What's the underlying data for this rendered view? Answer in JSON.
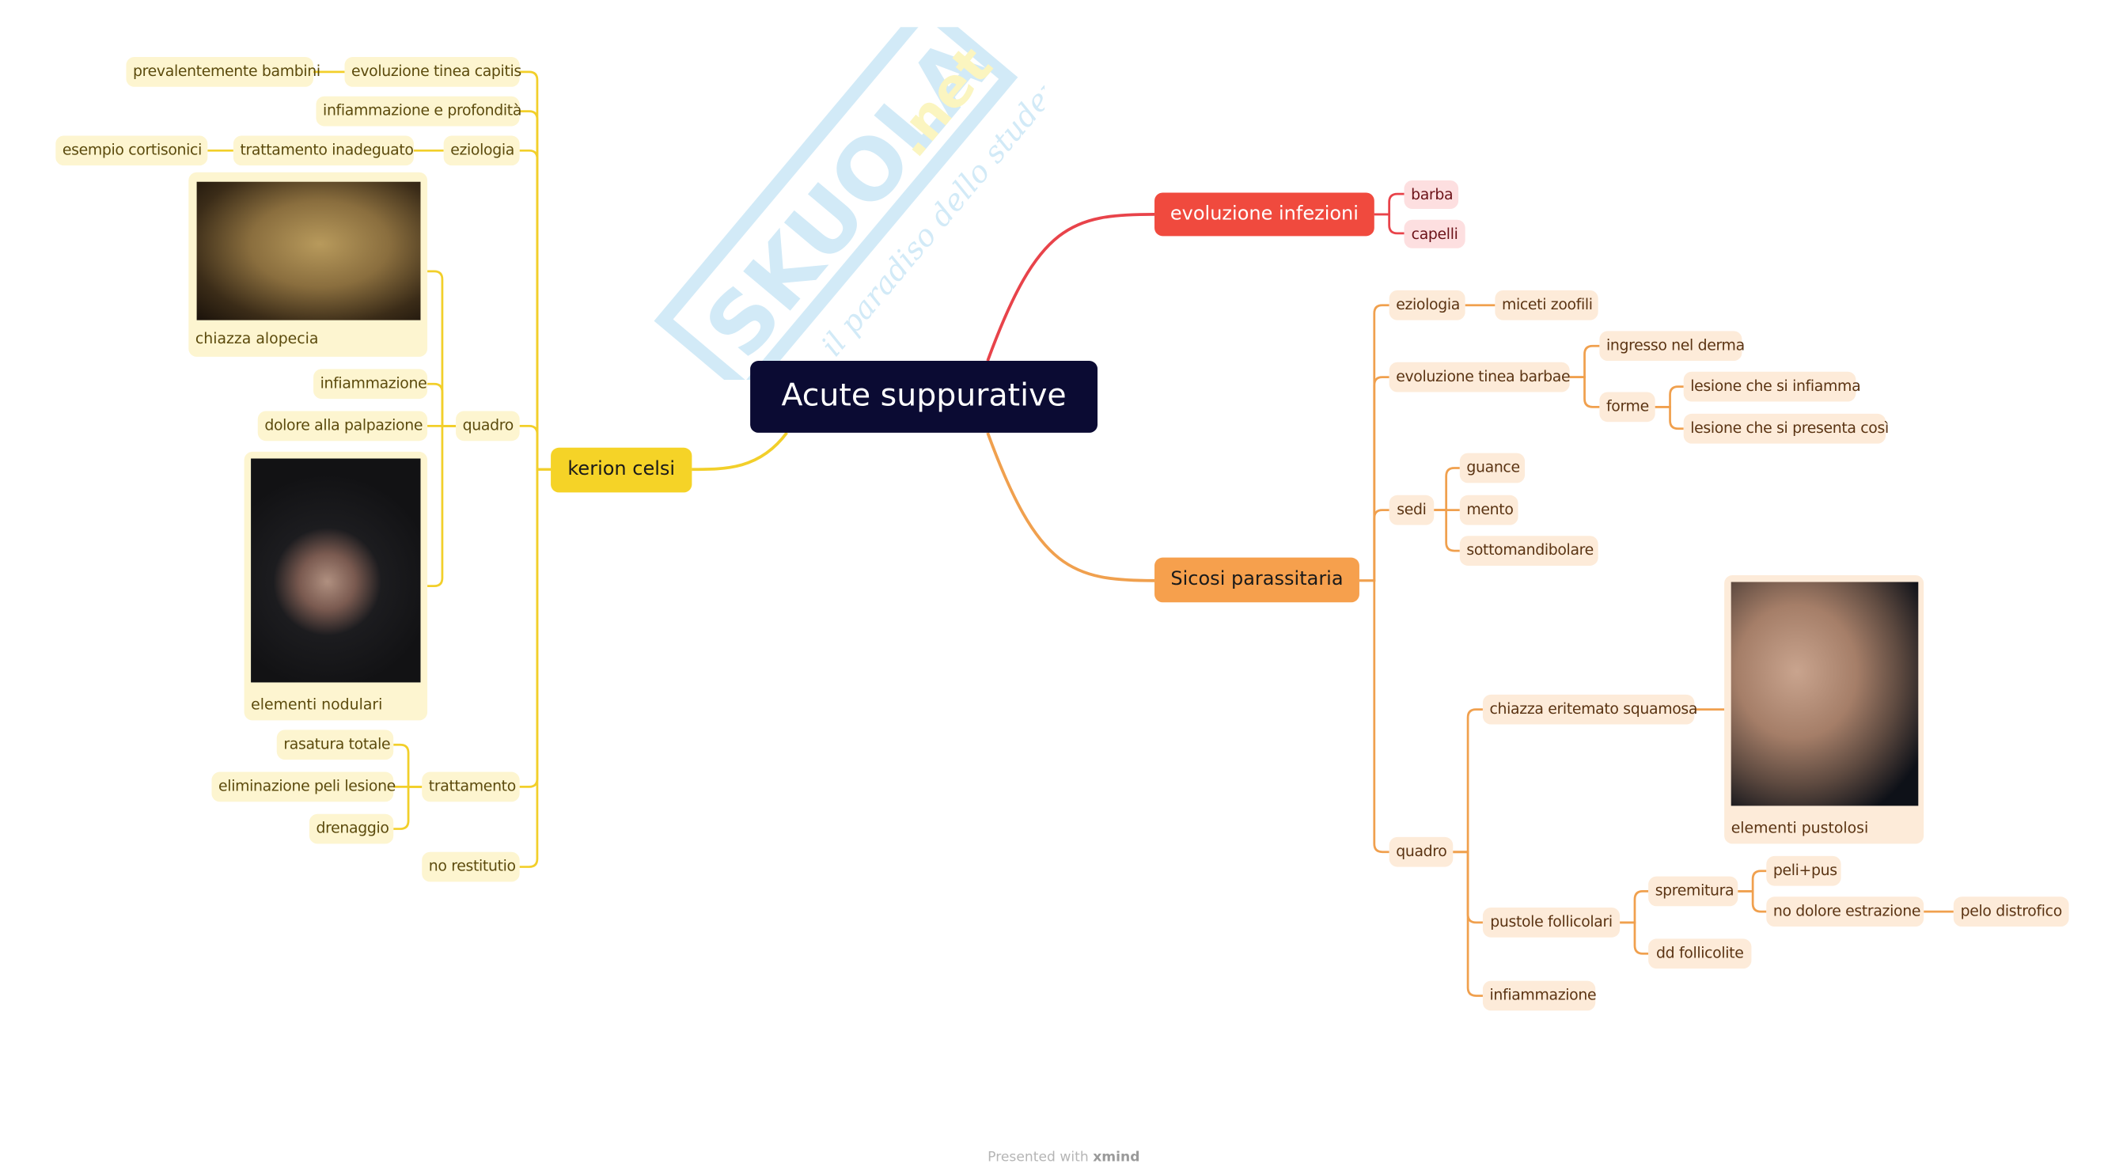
{
  "central": {
    "label": "Acute suppurative",
    "color": "#0b0b33"
  },
  "watermark": {
    "brand": "SKUOLA.net",
    "tagline": "il paradiso dello studente"
  },
  "kerion": {
    "label": "kerion celsi",
    "color": "#f5d327",
    "evoluzione": {
      "label": "evoluzione tinea capitis",
      "child": "prevalentemente bambini"
    },
    "infiammazione_profondita": "infiammazione e profondità",
    "eziologia": {
      "label": "eziologia",
      "child": "trattamento inadeguato",
      "grandchild": "esempio cortisonici"
    },
    "quadro": {
      "label": "quadro",
      "image1_caption": "chiazza alopecia",
      "infiammazione": "infiammazione",
      "dolore": "dolore alla palpazione",
      "image2_caption": "elementi nodulari"
    },
    "trattamento": {
      "label": "trattamento",
      "items": [
        "rasatura totale",
        "eliminazione peli lesione",
        "drenaggio"
      ]
    },
    "no_restitutio": "no restitutio"
  },
  "evoluzione_infezioni": {
    "label": "evoluzione infezioni",
    "color": "#f04a3e",
    "items": [
      "barba",
      "capelli"
    ]
  },
  "sicosi": {
    "label": "Sicosi parassitaria",
    "color": "#f6a04d",
    "eziologia": {
      "label": "eziologia",
      "child": "miceti zoofili"
    },
    "evoluzione": {
      "label": "evoluzione tinea barbae",
      "ingresso": "ingresso nel derma",
      "forme": "forme",
      "forme_items": [
        "lesione che si infiamma",
        "lesione che si presenta così"
      ]
    },
    "sedi": {
      "label": "sedi",
      "items": [
        "guance",
        "mento",
        "sottomandibolare"
      ]
    },
    "quadro": {
      "label": "quadro",
      "chiazza": "chiazza eritemato squamosa",
      "image_caption": "elementi pustolosi",
      "pustole": "pustole follicolari",
      "spremitura": "spremitura",
      "peli_pus": "peli+pus",
      "no_dolore": "no dolore estrazione",
      "pelo": "pelo distrofico",
      "dd": "dd follicolite",
      "infiammazione": "infiammazione"
    }
  },
  "footer": {
    "prefix": "Presented with",
    "brand": "xmind"
  }
}
